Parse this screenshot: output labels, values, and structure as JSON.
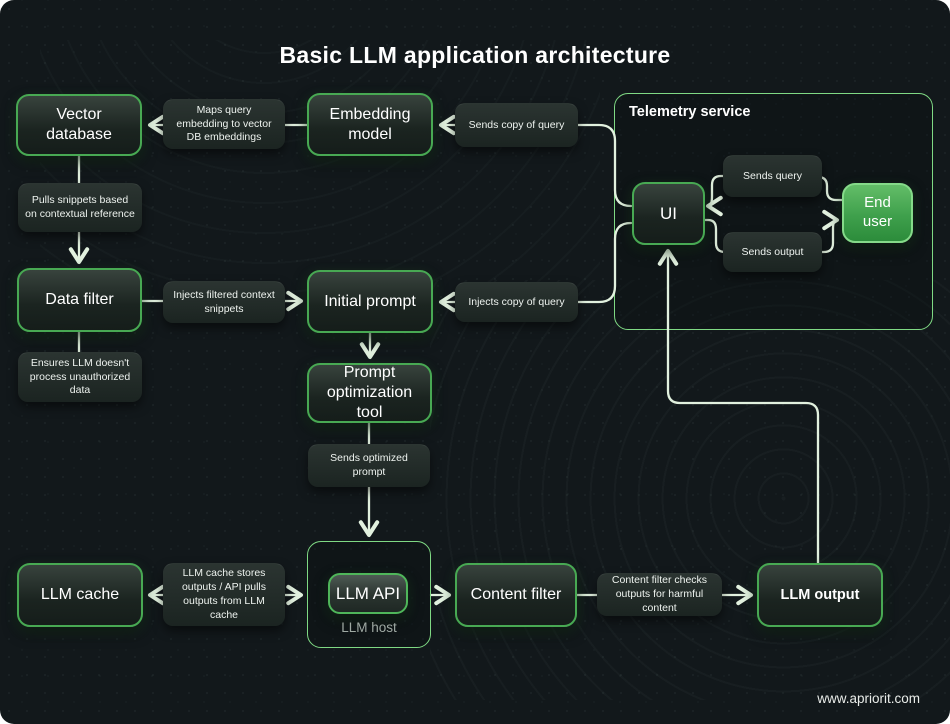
{
  "page": {
    "title": "Basic LLM application architecture",
    "footer": "www.apriorit.com"
  },
  "colors": {
    "background": "#12181b",
    "accent_green": "#48a953",
    "frame_green": "#7fd984",
    "line": "#e2f1df",
    "end_user_top": "#63bd68",
    "end_user_bottom": "#2c8c3b",
    "label_text": "#eef3ef",
    "host_caption": "#9fa9a3"
  },
  "nodes": {
    "vector_database": "Vector database",
    "embedding_model": "Embedding model",
    "data_filter": "Data filter",
    "initial_prompt": "Initial prompt",
    "prompt_optimization": "Prompt optimization tool",
    "llm_cache": "LLM cache",
    "llm_api": "LLM API",
    "llm_host": "LLM host",
    "content_filter": "Content filter",
    "llm_output": "LLM output",
    "ui": "UI",
    "end_user": "End user",
    "telemetry": "Telemetry service"
  },
  "edge_labels": {
    "maps_query": "Maps query embedding to vector DB embeddings",
    "sends_copy": "Sends copy of query",
    "pulls_snippets": "Pulls snippets based on contextual reference",
    "injects_filtered": "Injects filtered context snippets",
    "injects_copy": "Injects copy of query",
    "ensures_llm": "Ensures LLM doesn't process unauthorized data",
    "sends_optimized": "Sends optimized prompt",
    "cache_stores": "LLM cache stores outputs / API pulls outputs from LLM cache",
    "content_checks": "Content filter checks outputs for harmful content",
    "sends_query": "Sends query",
    "sends_output": "Sends output"
  }
}
